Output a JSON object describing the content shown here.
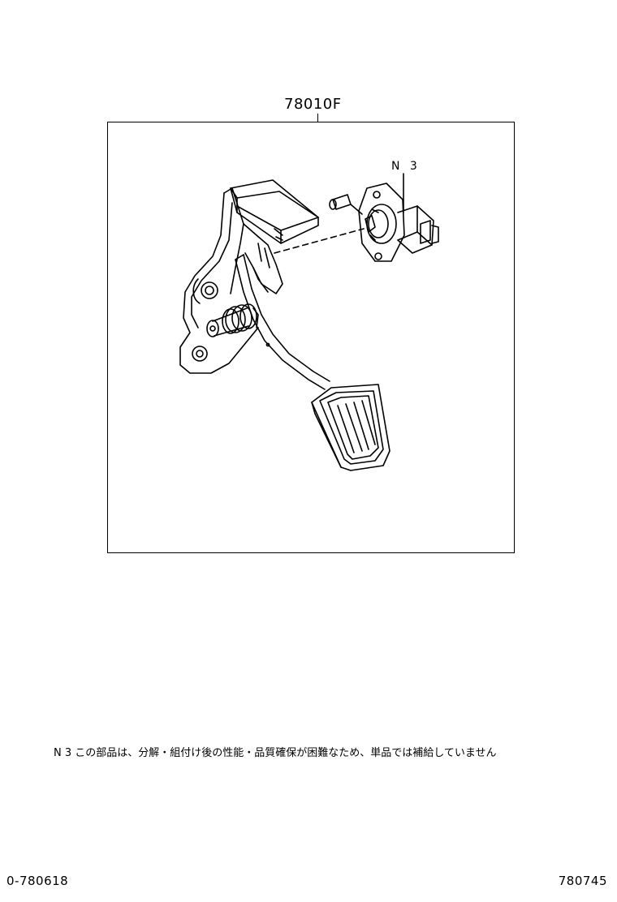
{
  "assembly": {
    "part_number": "78010F"
  },
  "callouts": {
    "sensor_code": "N 3"
  },
  "note": {
    "text": "N 3  この部品は、分解・組付け後の性能・品質確保が困難なため、単品では補給していません"
  },
  "footer": {
    "left_code": "0-780618",
    "right_code": "780745"
  },
  "icons": {
    "pedal": "accelerator-pedal-assembly",
    "sensor": "throttle-position-sensor",
    "pin": "mounting-pin"
  }
}
